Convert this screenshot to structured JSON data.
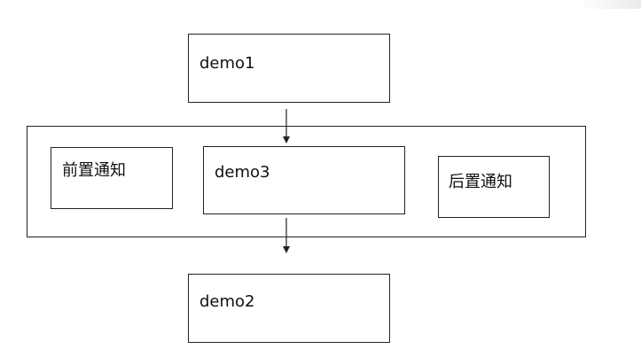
{
  "diagram": {
    "nodes": {
      "demo1": "demo1",
      "demo3": "demo3",
      "demo2": "demo2",
      "before_advice": "前置通知",
      "after_advice": "后置通知"
    },
    "edges": [
      {
        "from": "demo1",
        "to": "container"
      },
      {
        "from": "container",
        "to": "demo2"
      }
    ]
  }
}
